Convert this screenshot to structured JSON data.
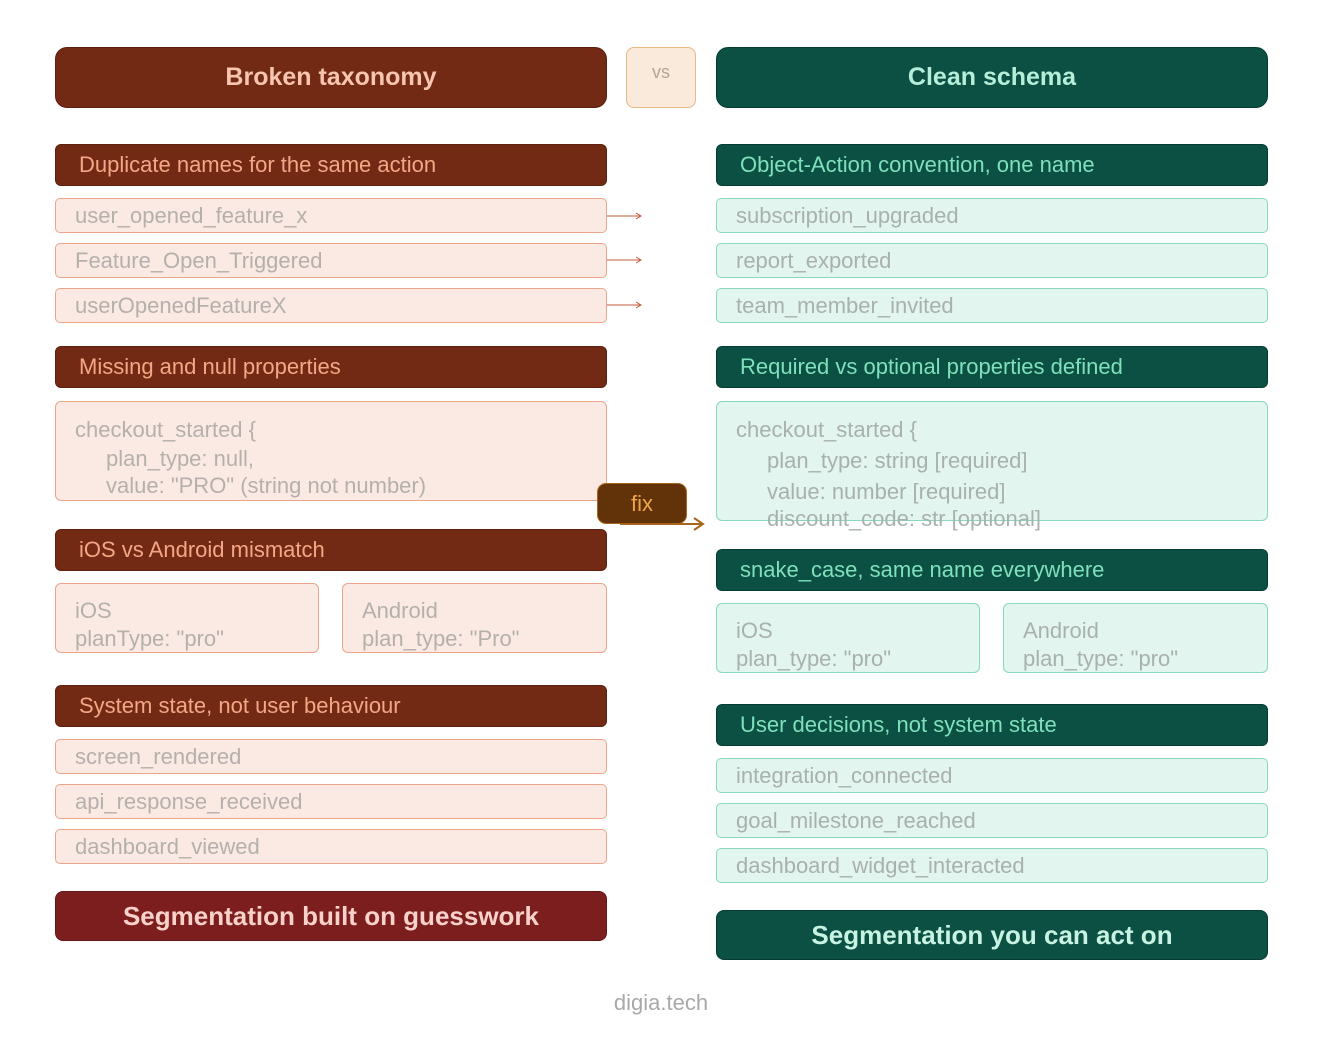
{
  "broken": {
    "title": "Broken taxonomy",
    "sections": [
      {
        "header": "Duplicate names for the same action",
        "items": [
          "user_opened_feature_x",
          "Feature_Open_Triggered",
          "userOpenedFeatureX"
        ]
      },
      {
        "header": "Missing and null properties",
        "code": [
          "checkout_started {",
          "plan_type: null,",
          "value: \"PRO\" (string not number)"
        ]
      },
      {
        "header": "iOS vs Android mismatch",
        "ios": [
          "iOS",
          "planType: \"pro\""
        ],
        "android": [
          "Android",
          "plan_type: \"Pro\""
        ]
      },
      {
        "header": "System state, not user behaviour",
        "items": [
          "screen_rendered",
          "api_response_received",
          "dashboard_viewed"
        ]
      }
    ],
    "footer": "Segmentation built on guesswork"
  },
  "vs_label": "vs",
  "fix_label": "fix",
  "clean": {
    "title": "Clean schema",
    "sections": [
      {
        "header": "Object-Action convention, one name",
        "items": [
          "subscription_upgraded",
          "report_exported",
          "team_member_invited"
        ]
      },
      {
        "header": "Required vs optional properties defined",
        "code": [
          "checkout_started {",
          "plan_type: string [required]",
          "value: number [required]",
          "discount_code: str [optional]"
        ]
      },
      {
        "header": "snake_case, same name everywhere",
        "ios": [
          "iOS",
          "plan_type: \"pro\""
        ],
        "android": [
          "Android",
          "plan_type: \"pro\""
        ]
      },
      {
        "header": "User decisions, not system state",
        "items": [
          "integration_connected",
          "goal_milestone_reached",
          "dashboard_widget_interacted"
        ]
      }
    ],
    "footer": "Segmentation you can act on"
  },
  "credit": "digia.tech",
  "colors": {
    "broken_dark": "#722a14",
    "broken_light": "#fbeae4",
    "clean_dark": "#0b5043",
    "clean_light": "#e2f5ee",
    "fix_accent": "#a8651e"
  }
}
